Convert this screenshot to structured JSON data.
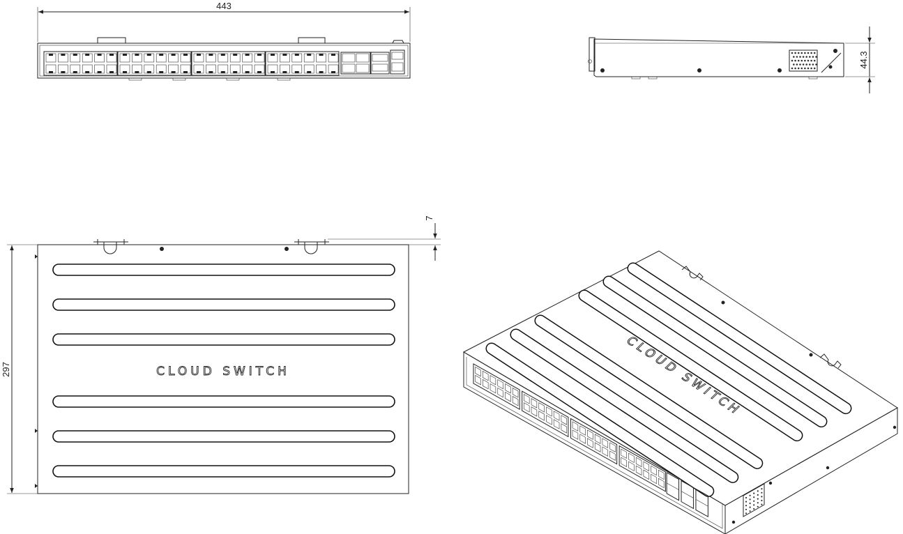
{
  "drawing": {
    "views": {
      "front": {
        "dimension_width": "443"
      },
      "side": {
        "dimension_height": "44.3"
      },
      "top": {
        "dimension_depth": "297",
        "dimension_ear": "7",
        "logo_text": "CLOUD SWITCH"
      },
      "isometric": {
        "logo_text": "CLOUD SWITCH"
      }
    },
    "port_counts": {
      "rj45_groups": 4,
      "rj45_per_row_per_group": 6,
      "rj45_rows": 2,
      "sfp_ports": 4,
      "mgmt_ports": 2
    },
    "slot_count": 6,
    "colors": {
      "line": "#222222",
      "background": "#ffffff"
    }
  }
}
